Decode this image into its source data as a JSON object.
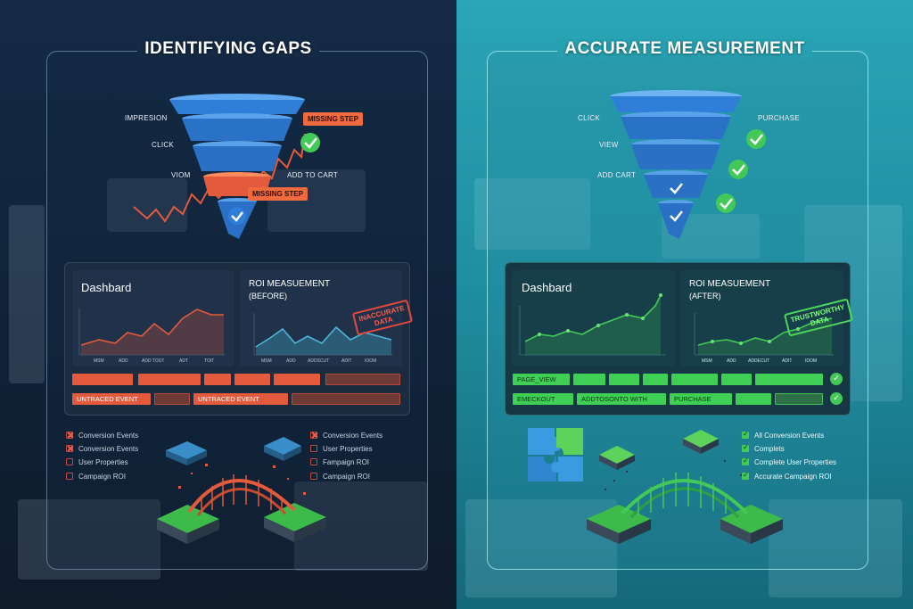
{
  "left": {
    "title": "IDENTIFYING GAPS",
    "funnel_labels": [
      "IMPRESION",
      "CLICK",
      "VIOM",
      "ADD TO CART"
    ],
    "tags": [
      "MISSING STEP",
      "MISSING STEP"
    ],
    "dashboard": {
      "card1_title": "Dashbard",
      "card2_title": "ROI MEASUEMENT",
      "card2_sub": "(BEFORE)",
      "stamp": [
        "INACCURATE",
        "DATA"
      ],
      "x1": [
        "MSM",
        "ADD",
        "ADD TOUT",
        "ADT",
        "TOIT"
      ],
      "x2": [
        "MSM",
        "ADD",
        "ADDSCUT",
        "ADIT",
        "IOOM"
      ],
      "bars": [
        "UNTRACED EVENT",
        "UNTRACED EVENT"
      ]
    },
    "legend_left": [
      "Conversion Events",
      "Conversion Events",
      "User Properties",
      "Campaign ROI"
    ],
    "legend_right": [
      "Conversion Events",
      "User Properties",
      "Fampaign ROI",
      "Campaign ROI"
    ],
    "colors": {
      "accent": "#e35a3c",
      "funnel": "#2f7ed8"
    }
  },
  "right": {
    "title": "ACCURATE MEASUREMENT",
    "funnel_labels": [
      "CLICK",
      "VIEW",
      "ADD CART",
      "PURCHASE"
    ],
    "dashboard": {
      "card1_title": "Dashbard",
      "card2_title": "ROI MEASUEMENT",
      "card2_sub": "(AFTER)",
      "stamp": [
        "TRUSTWORTHY",
        "DATA"
      ],
      "x2": [
        "MSM",
        "ADD",
        "ADDECUT",
        "ADIT",
        "IDOM"
      ],
      "bars": [
        "PAGE_VIEW",
        "EMECKOUT",
        "ADDTOSONTO WITH",
        "PURCHASE"
      ]
    },
    "legend": [
      "All Conversion Events",
      "Complets",
      "Complete User Properties",
      "Accurate Campaign ROI"
    ],
    "colors": {
      "accent": "#43c957",
      "funnel": "#2f7ed8"
    }
  }
}
